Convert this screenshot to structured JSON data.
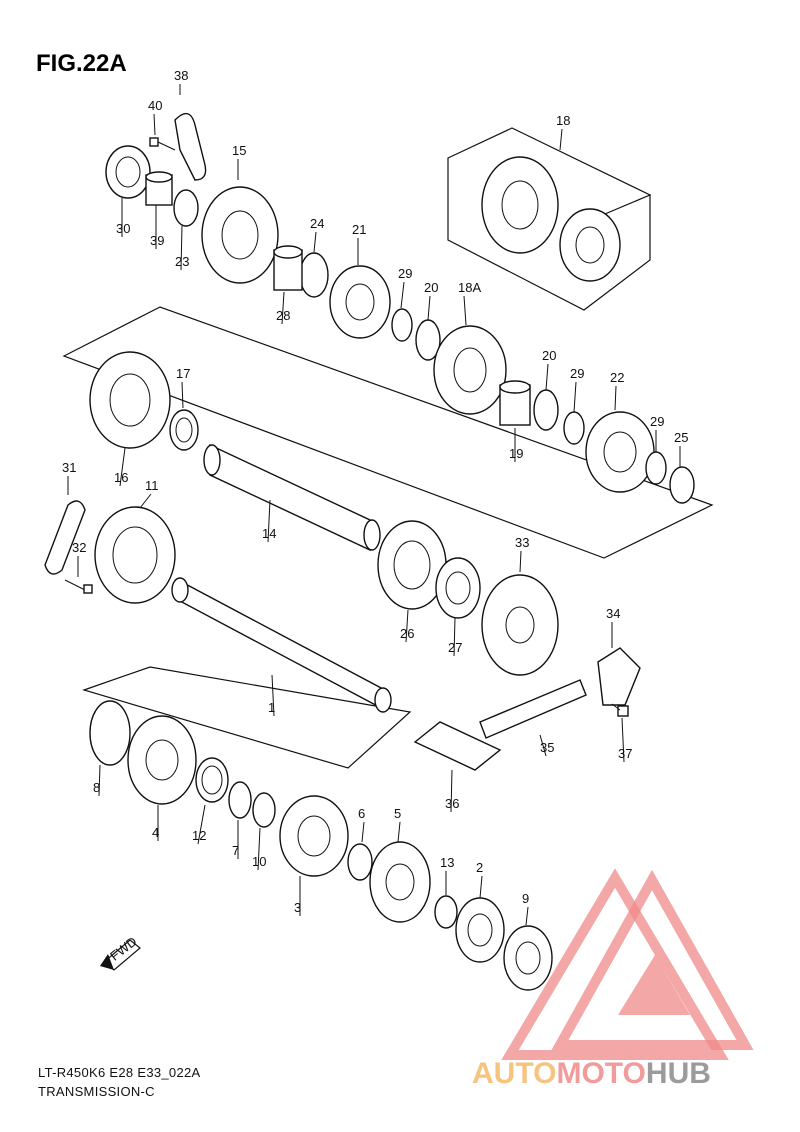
{
  "figure": {
    "title": "FIG.22A"
  },
  "caption": {
    "model_line": "LT-R450K6 E28 E33_022A",
    "section": "TRANSMISSION-C"
  },
  "direction_icon": {
    "label": "FWD"
  },
  "watermark": {
    "text_auto": "AUTO",
    "text_moto": "MOTO",
    "text_hub": "HUB",
    "color_primary": "#f08a8a",
    "color_secondary": "#f5b96a",
    "color_dark": "#8a8a8a"
  },
  "parts": [
    {
      "no": "38"
    },
    {
      "no": "40"
    },
    {
      "no": "15"
    },
    {
      "no": "30"
    },
    {
      "no": "39"
    },
    {
      "no": "23"
    },
    {
      "no": "24"
    },
    {
      "no": "28"
    },
    {
      "no": "21"
    },
    {
      "no": "29"
    },
    {
      "no": "20"
    },
    {
      "no": "18A"
    },
    {
      "no": "18"
    },
    {
      "no": "17"
    },
    {
      "no": "16"
    },
    {
      "no": "14"
    },
    {
      "no": "20"
    },
    {
      "no": "29"
    },
    {
      "no": "22"
    },
    {
      "no": "19"
    },
    {
      "no": "29"
    },
    {
      "no": "25"
    },
    {
      "no": "31"
    },
    {
      "no": "11"
    },
    {
      "no": "32"
    },
    {
      "no": "33"
    },
    {
      "no": "26"
    },
    {
      "no": "27"
    },
    {
      "no": "1"
    },
    {
      "no": "34"
    },
    {
      "no": "37"
    },
    {
      "no": "35"
    },
    {
      "no": "36"
    },
    {
      "no": "8"
    },
    {
      "no": "4"
    },
    {
      "no": "12"
    },
    {
      "no": "7"
    },
    {
      "no": "10"
    },
    {
      "no": "3"
    },
    {
      "no": "6"
    },
    {
      "no": "5"
    },
    {
      "no": "13"
    },
    {
      "no": "2"
    },
    {
      "no": "9"
    }
  ]
}
